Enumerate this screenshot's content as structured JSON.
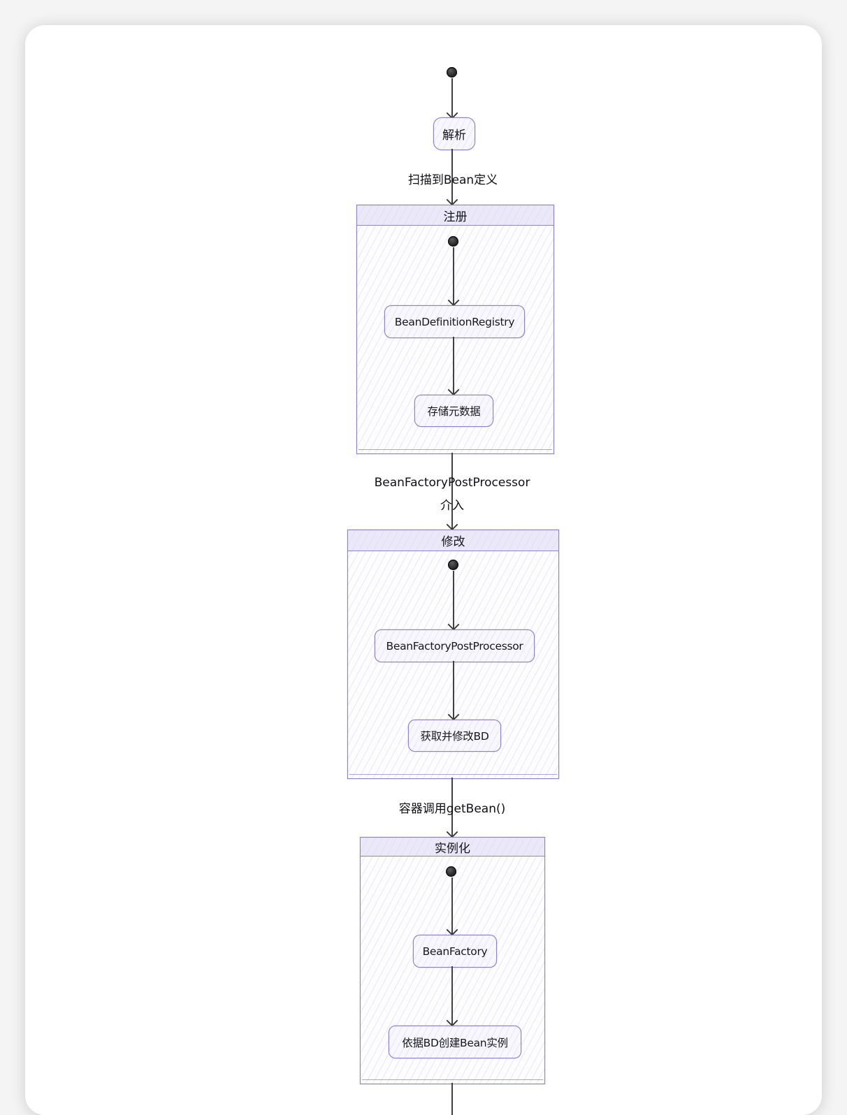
{
  "palette": {
    "page_background": "#f4f4f4",
    "card_background": "#ffffff",
    "purple_border": "#9084c8",
    "header_fill": "#ebe9f8",
    "state_fill": "#f8f7fd",
    "arrow_color": "#3a3a3a",
    "text_color": "#17171f"
  },
  "diagram": {
    "type": "state-diagram",
    "parse_state": "解析",
    "transition_scan": "扫描到Bean定义",
    "register": {
      "title": "注册",
      "steps": [
        "BeanDefinitionRegistry",
        "存储元数据"
      ]
    },
    "transition_bfpp_line1": "BeanFactoryPostProcessor",
    "transition_bfpp_line2": "介入",
    "modify": {
      "title": "修改",
      "steps": [
        "BeanFactoryPostProcessor",
        "获取并修改BD"
      ]
    },
    "transition_getbean": "容器调用getBean()",
    "instantiate": {
      "title": "实例化",
      "steps": [
        "BeanFactory",
        "依据BD创建Bean实例"
      ]
    }
  }
}
